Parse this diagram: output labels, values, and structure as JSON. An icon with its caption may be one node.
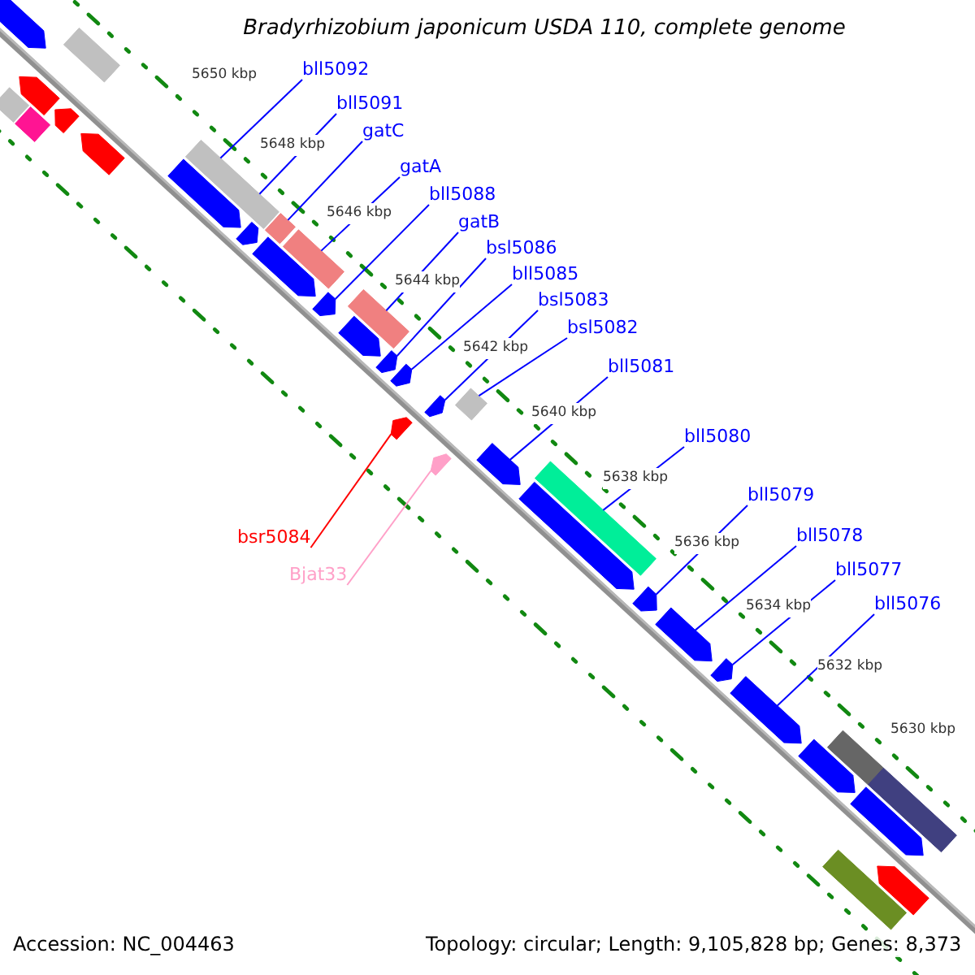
{
  "diagram": {
    "title": "Bradyrhizobium japonicum USDA 110, complete genome",
    "nodes": [
      {
        "text": [
          "bll5092"
        ]
      },
      {
        "text": [
          "bll5091"
        ]
      },
      {
        "text": [
          "gatC"
        ]
      },
      {
        "text": [
          "gatA"
        ]
      },
      {
        "text": [
          "bll5088"
        ]
      },
      {
        "text": [
          "gatB"
        ]
      },
      {
        "text": [
          "bsl5086"
        ]
      },
      {
        "text": [
          "bll5085"
        ]
      },
      {
        "text": [
          "bsl5083"
        ]
      },
      {
        "text": [
          "bsl5082"
        ]
      },
      {
        "text": [
          "bll5081"
        ]
      },
      {
        "text": [
          "bll5080"
        ]
      },
      {
        "text": [
          "bll5079"
        ]
      },
      {
        "text": [
          "bll5078"
        ]
      },
      {
        "text": [
          "bll5077"
        ]
      },
      {
        "text": [
          "bll5076"
        ]
      },
      {
        "text": [
          "bsr5084"
        ]
      },
      {
        "text": [
          "Bjat33"
        ]
      },
      {
        "text": [],
        "shape": "arrow"
      },
      {
        "text": [],
        "shape": "bar"
      },
      {
        "text": [],
        "shape": "arrow"
      },
      {
        "text": [],
        "shape": "bar"
      },
      {
        "text": [],
        "shape": "arrow"
      },
      {
        "text": [],
        "shape": "bar"
      },
      {
        "text": [],
        "shape": "arrow"
      },
      {
        "text": [],
        "shape": "arrow"
      },
      {
        "text": [],
        "shape": "bar"
      },
      {
        "text": [],
        "shape": "bar"
      },
      {
        "text": [],
        "shape": "arrow"
      },
      {
        "text": [],
        "shape": "arrow"
      },
      {
        "text": [],
        "shape": "bar"
      },
      {
        "text": [],
        "shape": "bar"
      },
      {
        "text": [],
        "shape": "arrow"
      },
      {
        "text": [],
        "shape": "arrow"
      },
      {
        "text": [],
        "shape": "bar"
      },
      {
        "text": [],
        "shape": "arrow"
      },
      {
        "text": [],
        "shape": "arrow"
      },
      {
        "text": [],
        "shape": "arrow"
      },
      {
        "text": [],
        "shape": "arrow"
      },
      {
        "text": [],
        "shape": "arrow"
      },
      {
        "text": [],
        "shape": "bar"
      },
      {
        "text": [],
        "shape": "arrow"
      },
      {
        "text": [],
        "shape": "arrow"
      },
      {
        "text": [],
        "shape": "bar"
      },
      {
        "text": [],
        "shape": "arrow"
      },
      {
        "text": [],
        "shape": "arrow"
      },
      {
        "text": [],
        "shape": "arrow"
      },
      {
        "text": [],
        "shape": "arrow"
      },
      {
        "text": [],
        "shape": "arrow"
      },
      {
        "text": [],
        "shape": "bar"
      },
      {
        "text": [],
        "shape": "bar"
      },
      {
        "text": [],
        "shape": "arrow"
      },
      {
        "text": [],
        "shape": "bar"
      },
      {
        "text": [],
        "shape": "arrow"
      }
    ],
    "edges": [
      {
        "from": 0,
        "to": 26,
        "arrow": "none"
      },
      {
        "from": 1,
        "to": 27,
        "arrow": "none"
      },
      {
        "from": 2,
        "to": 30,
        "arrow": "none"
      },
      {
        "from": 3,
        "to": 31,
        "arrow": "none"
      },
      {
        "from": 4,
        "to": 32,
        "arrow": "none"
      },
      {
        "from": 5,
        "to": 34,
        "arrow": "none"
      },
      {
        "from": 6,
        "to": 35,
        "arrow": "none"
      },
      {
        "from": 7,
        "to": 37,
        "arrow": "none"
      },
      {
        "from": 8,
        "to": 38,
        "arrow": "none"
      },
      {
        "from": 9,
        "to": 40,
        "arrow": "none"
      },
      {
        "from": 10,
        "to": 41,
        "arrow": "none"
      },
      {
        "from": 11,
        "to": 43,
        "arrow": "none"
      },
      {
        "from": 12,
        "to": 44,
        "arrow": "none"
      },
      {
        "from": 13,
        "to": 45,
        "arrow": "none"
      },
      {
        "from": 14,
        "to": 46,
        "arrow": "none"
      },
      {
        "from": 15,
        "to": 47,
        "arrow": "none"
      },
      {
        "from": 16,
        "to": 36,
        "arrow": "none",
        "color": "#ff0000"
      },
      {
        "from": 17,
        "to": 39,
        "arrow": "none",
        "color": "#ffa0c8"
      }
    ],
    "labels": [
      "5650 kbp",
      "5648 kbp",
      "5646 kbp",
      "5644 kbp",
      "5642 kbp",
      "5640 kbp",
      "5638 kbp",
      "5636 kbp",
      "5634 kbp",
      "5632 kbp",
      "5630 kbp",
      "Accession: NC_004463",
      "Topology: circular; Length: 9,105,828 bp; Genes: 8,373"
    ]
  }
}
